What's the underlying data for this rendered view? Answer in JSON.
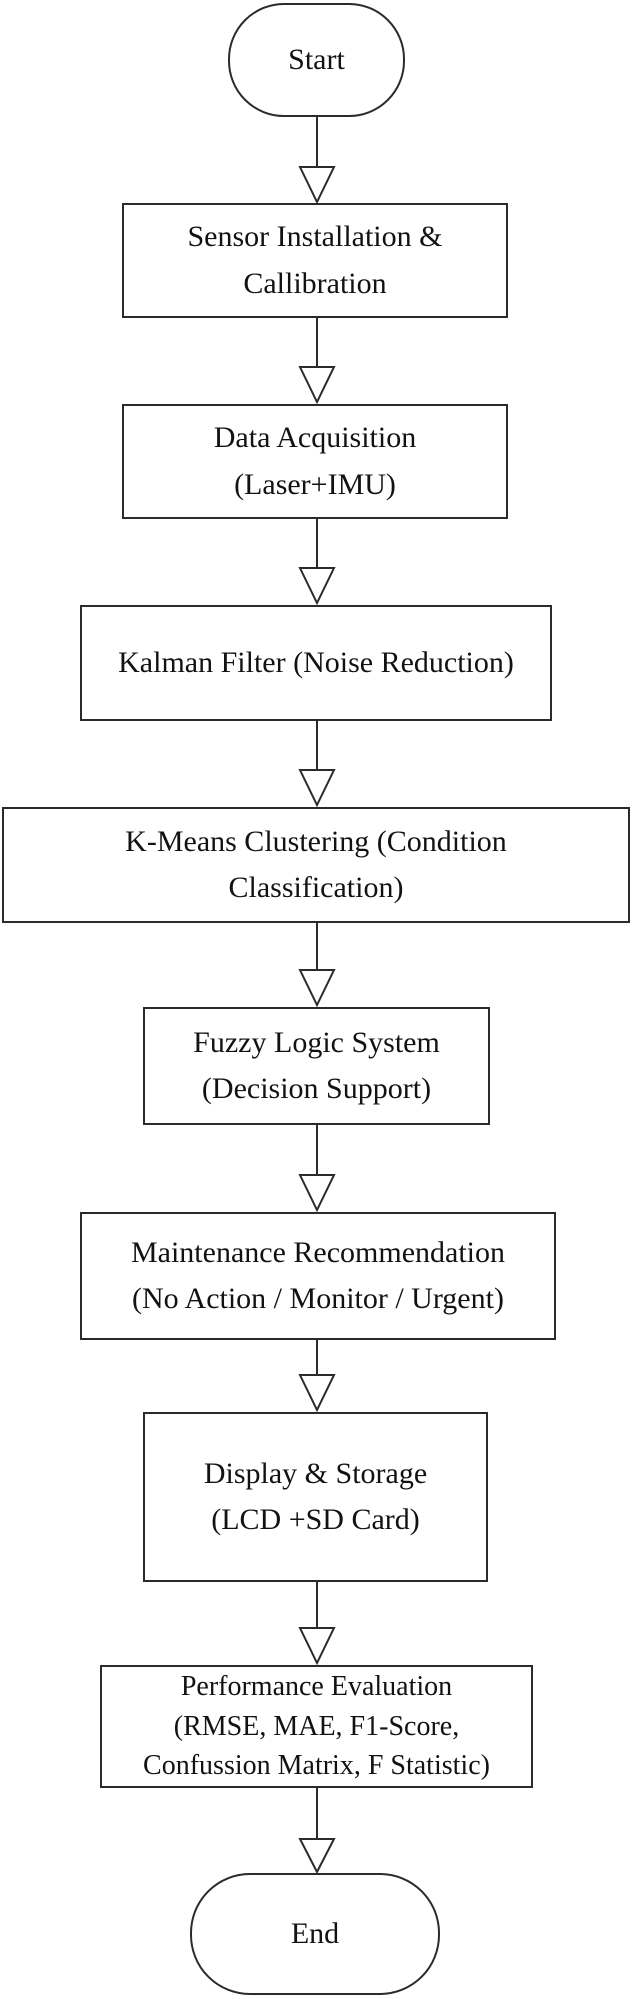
{
  "diagram": {
    "type": "flowchart",
    "orientation": "top-to-bottom",
    "background_color": "#ffffff",
    "stroke_color": "#2b2b2b",
    "text_color": "#121212",
    "arrow_style": "open-triangle-head",
    "nodes": [
      {
        "id": "start",
        "shape": "terminator",
        "label": "Start"
      },
      {
        "id": "sensor-installation-callibration",
        "shape": "process",
        "label": "Sensor Installation &\nCallibration"
      },
      {
        "id": "data-acquisition",
        "shape": "process",
        "label": "Data Acquisition\n(Laser+IMU)"
      },
      {
        "id": "kalman-filter",
        "shape": "process",
        "label": "Kalman Filter (Noise Reduction)"
      },
      {
        "id": "kmeans-clustering",
        "shape": "process",
        "label": "K-Means Clustering (Condition\nClassification)"
      },
      {
        "id": "fuzzy-logic-system",
        "shape": "process",
        "label": "Fuzzy Logic System\n(Decision Support)"
      },
      {
        "id": "maintenance-recommendation",
        "shape": "process",
        "label": "Maintenance Recommendation\n(No Action / Monitor / Urgent)"
      },
      {
        "id": "display-storage",
        "shape": "process",
        "label": "Display & Storage\n(LCD +SD Card)"
      },
      {
        "id": "performance-evaluation",
        "shape": "process",
        "label": "Performance Evaluation\n(RMSE, MAE, F1-Score,\nConfussion Matrix, F Statistic)"
      },
      {
        "id": "end",
        "shape": "terminator",
        "label": "End"
      }
    ],
    "edges": [
      {
        "from": "start",
        "to": "sensor-installation-callibration"
      },
      {
        "from": "sensor-installation-callibration",
        "to": "data-acquisition"
      },
      {
        "from": "data-acquisition",
        "to": "kalman-filter"
      },
      {
        "from": "kalman-filter",
        "to": "kmeans-clustering"
      },
      {
        "from": "kmeans-clustering",
        "to": "fuzzy-logic-system"
      },
      {
        "from": "fuzzy-logic-system",
        "to": "maintenance-recommendation"
      },
      {
        "from": "maintenance-recommendation",
        "to": "display-storage"
      },
      {
        "from": "display-storage",
        "to": "performance-evaluation"
      },
      {
        "from": "performance-evaluation",
        "to": "end"
      }
    ]
  }
}
